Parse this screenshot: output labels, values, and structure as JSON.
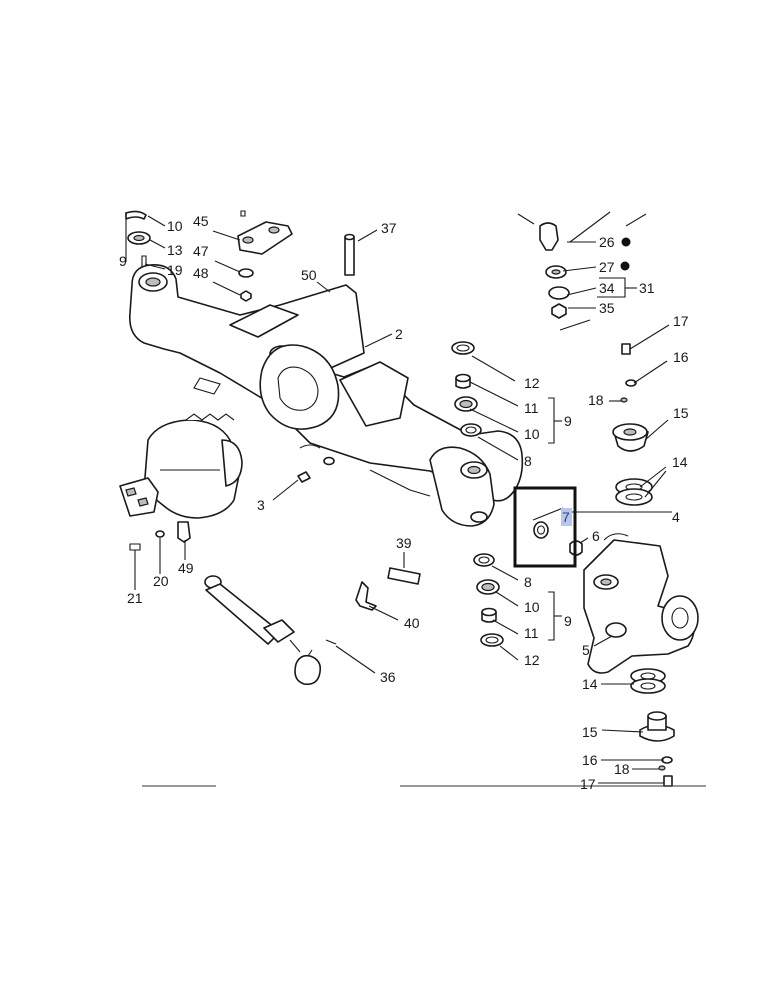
{
  "diagram": {
    "highlighted_callout": "7",
    "callouts": [
      {
        "id": "c10a",
        "text": "10"
      },
      {
        "id": "c45",
        "text": "45"
      },
      {
        "id": "c37",
        "text": "37"
      },
      {
        "id": "c13",
        "text": "13"
      },
      {
        "id": "c9a",
        "text": "9"
      },
      {
        "id": "c19",
        "text": "19"
      },
      {
        "id": "c47",
        "text": "47"
      },
      {
        "id": "c48",
        "text": "48"
      },
      {
        "id": "c50",
        "text": "50"
      },
      {
        "id": "c2",
        "text": "2"
      },
      {
        "id": "c26",
        "text": "26"
      },
      {
        "id": "c27",
        "text": "27"
      },
      {
        "id": "c34",
        "text": "34"
      },
      {
        "id": "c31",
        "text": "31"
      },
      {
        "id": "c35",
        "text": "35"
      },
      {
        "id": "c17a",
        "text": "17"
      },
      {
        "id": "c16a",
        "text": "16"
      },
      {
        "id": "c18a",
        "text": "18"
      },
      {
        "id": "c15a",
        "text": "15"
      },
      {
        "id": "c12a",
        "text": "12"
      },
      {
        "id": "c11a",
        "text": "11"
      },
      {
        "id": "c9b",
        "text": "9"
      },
      {
        "id": "c10b",
        "text": "10"
      },
      {
        "id": "c8a",
        "text": "8"
      },
      {
        "id": "c14a",
        "text": "14"
      },
      {
        "id": "c3",
        "text": "3"
      },
      {
        "id": "c4",
        "text": "4"
      },
      {
        "id": "c7",
        "text": "7"
      },
      {
        "id": "c6",
        "text": "6"
      },
      {
        "id": "c39",
        "text": "39"
      },
      {
        "id": "c21",
        "text": "21"
      },
      {
        "id": "c20",
        "text": "20"
      },
      {
        "id": "c49",
        "text": "49"
      },
      {
        "id": "c8b",
        "text": "8"
      },
      {
        "id": "c10c",
        "text": "10"
      },
      {
        "id": "c9c",
        "text": "9"
      },
      {
        "id": "c11b",
        "text": "11"
      },
      {
        "id": "c12b",
        "text": "12"
      },
      {
        "id": "c40",
        "text": "40"
      },
      {
        "id": "c5",
        "text": "5"
      },
      {
        "id": "c36",
        "text": "36"
      },
      {
        "id": "c14b",
        "text": "14"
      },
      {
        "id": "c15b",
        "text": "15"
      },
      {
        "id": "c16b",
        "text": "16"
      },
      {
        "id": "c18b",
        "text": "18"
      },
      {
        "id": "c17b",
        "text": "17"
      }
    ]
  },
  "colors": {
    "line": "#1a1a1a",
    "highlight_box": "#111111",
    "selection": "#b9c6ea"
  }
}
